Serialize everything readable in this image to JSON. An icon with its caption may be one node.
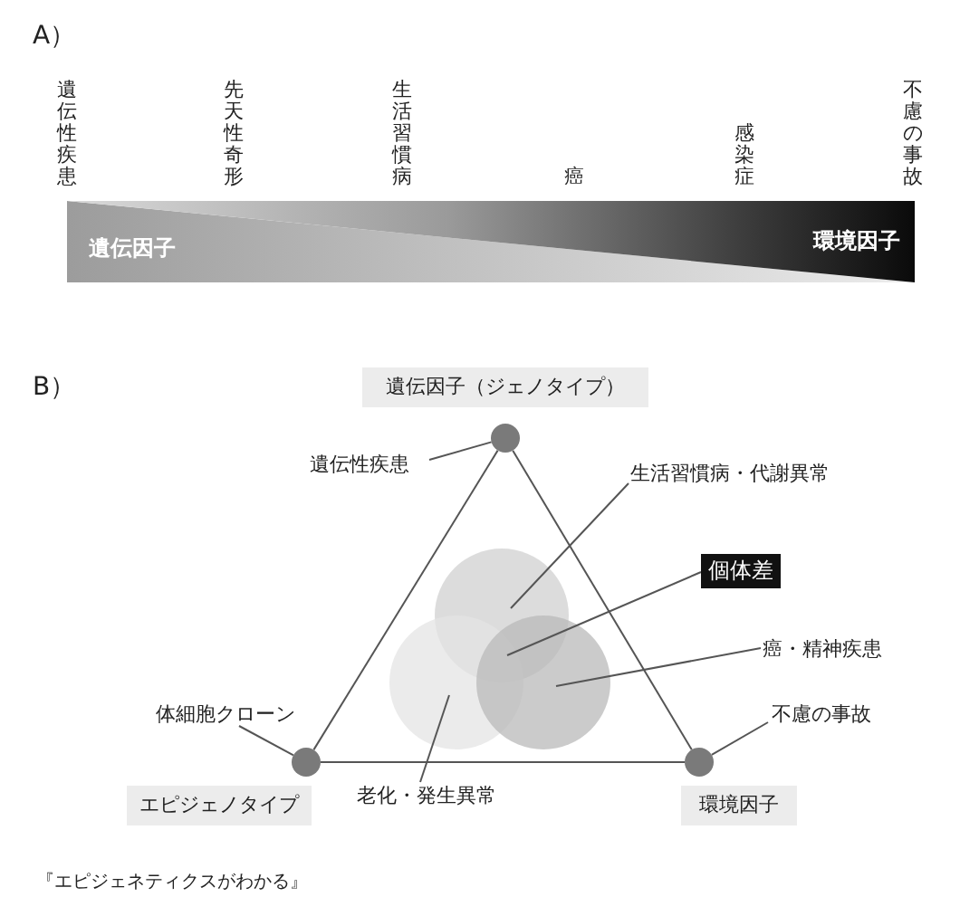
{
  "diagram": {
    "caption": "『エピジェネティクスがわかる』",
    "nodes": [
      {
        "text": [
          "遺伝因子"
        ]
      },
      {
        "text": [
          "環境因子"
        ]
      },
      {
        "text": [
          "遺伝因子（ジェノタイプ）"
        ]
      },
      {
        "text": [],
        "shape": "circle"
      },
      {
        "text": [
          "遺伝性疾患"
        ]
      },
      {
        "text": [
          "生活習慣病・代謝異常"
        ]
      },
      {
        "text": [
          "個体差"
        ]
      },
      {
        "text": [],
        "shape": "circle"
      },
      {
        "text": [],
        "shape": "circle"
      },
      {
        "text": [],
        "shape": "circle"
      },
      {
        "text": [
          "癌・精神疾患"
        ]
      },
      {
        "text": [
          "体細胞クローン"
        ]
      },
      {
        "text": [
          "不慮の事故"
        ]
      },
      {
        "text": [],
        "shape": "circle"
      },
      {
        "text": [],
        "shape": "circle"
      },
      {
        "text": [
          "エピジェノタイプ"
        ]
      },
      {
        "text": [
          "老化・発生異常"
        ]
      },
      {
        "text": [
          "環境因子"
        ]
      }
    ],
    "edges": [
      {
        "from": 3,
        "to": 13,
        "arrow": "none"
      },
      {
        "from": 13,
        "to": 14,
        "arrow": "none"
      },
      {
        "from": 3,
        "to": 14,
        "arrow": "none"
      },
      {
        "from": 4,
        "to": 3,
        "arrow": "none"
      },
      {
        "from": 5,
        "to": 7,
        "arrow": "none"
      },
      {
        "from": 6,
        "to": 7,
        "arrow": "none"
      },
      {
        "from": 10,
        "to": 9,
        "arrow": "none"
      },
      {
        "from": 12,
        "to": 14,
        "arrow": "none"
      },
      {
        "from": 11,
        "to": 13,
        "arrow": "none"
      },
      {
        "from": 16,
        "to": 8,
        "arrow": "none"
      }
    ],
    "labels": [
      "A）",
      "遺伝性疾患",
      "先天性奇形",
      "生活習慣病",
      "癌",
      "感染症",
      "不慮の事故",
      "B）"
    ]
  }
}
